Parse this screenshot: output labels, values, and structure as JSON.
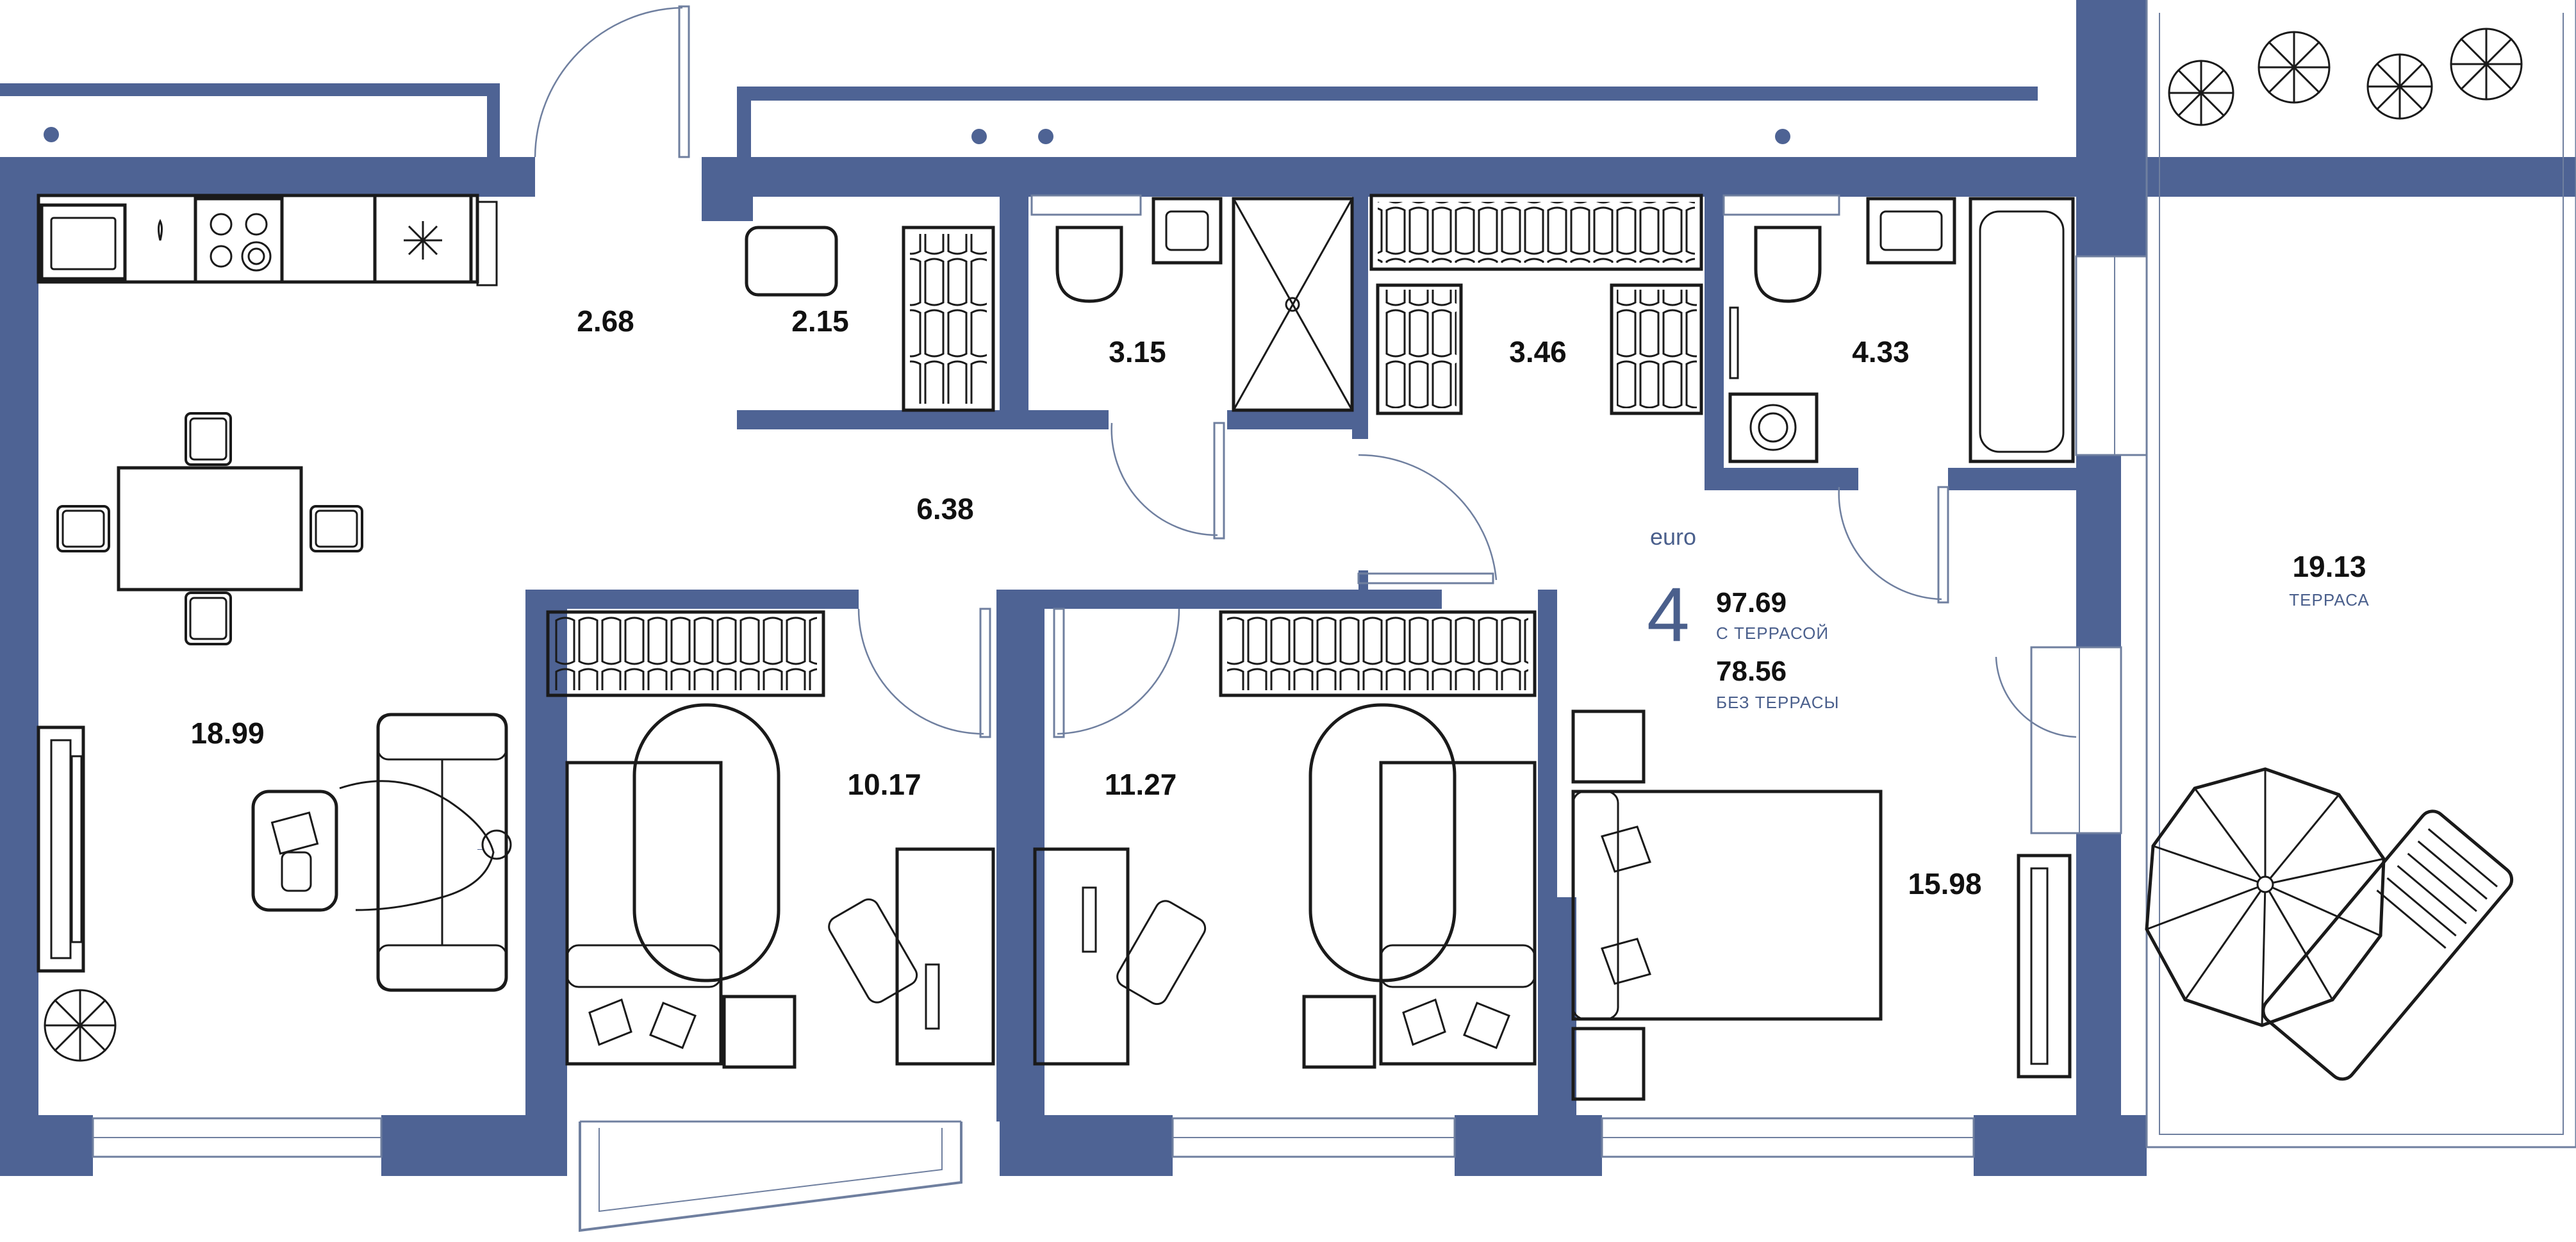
{
  "colors": {
    "wall": "#4e6394",
    "accent": "#4a5f8c",
    "furniture": "#1a1a1a",
    "background": "#ffffff"
  },
  "apartment": {
    "type_label": "euro",
    "rooms_count": "4",
    "area_with_terrace": "97.69",
    "with_terrace_label": "С ТЕРРАСОЙ",
    "area_without_terrace": "78.56",
    "without_terrace_label": "БЕЗ ТЕРРАСЫ"
  },
  "rooms": {
    "kitchen_living": "18.99",
    "entrance": "2.68",
    "storage": "2.15",
    "bathroom_small": "3.15",
    "laundry": "3.46",
    "bathroom_large": "4.33",
    "hallway": "6.38",
    "bedroom_1": "10.17",
    "bedroom_2": "11.27",
    "master_bedroom": "15.98",
    "terrace": "19.13",
    "terrace_label": "ТЕРРАСА"
  }
}
